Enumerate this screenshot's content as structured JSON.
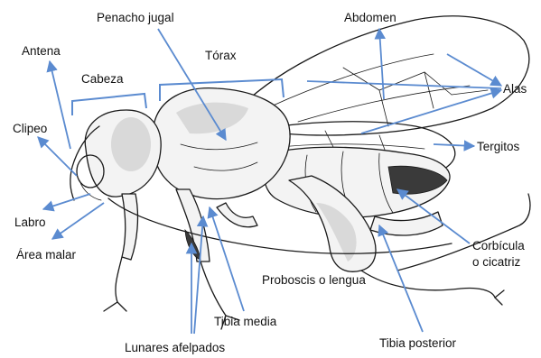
{
  "colors": {
    "pointer": "#5b8bd0",
    "ink": "#1a1a1a",
    "background": "#ffffff"
  },
  "labels": {
    "antena": "Antena",
    "penacho_jugal": "Penacho jugal",
    "abdomen": "Abdomen",
    "cabeza": "Cabeza",
    "torax": "Tórax",
    "alas": "Alas",
    "clipeo": "Clipeo",
    "tergitos": "Tergitos",
    "labro": "Labro",
    "area_malar": "Área malar",
    "corbicula_1": "Corbícula",
    "corbicula_2": "o cicatriz",
    "proboscis": "Proboscis o lengua",
    "tibia_media": "Tibia media",
    "lunares": "Lunares afelpados",
    "tibia_posterior": "Tibia posterior"
  }
}
